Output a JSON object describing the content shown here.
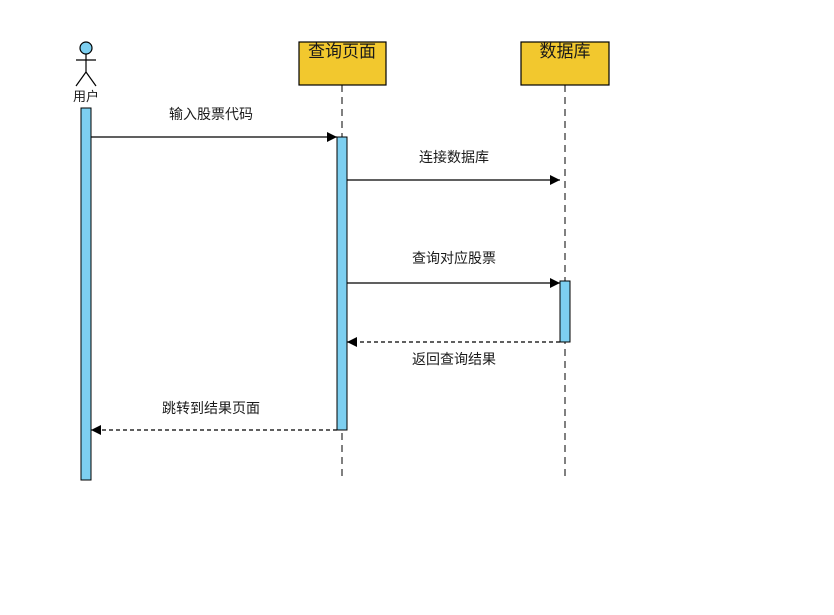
{
  "colors": {
    "participant_fill": "#F2C82E",
    "activation_fill": "#7DCFF0",
    "actor_head_fill": "#7DCFF0",
    "line": "#000000"
  },
  "actor": {
    "label": "用户",
    "icon": "stick-figure-icon"
  },
  "participants": [
    {
      "label": "查询页面"
    },
    {
      "label": "数据库"
    }
  ],
  "messages": [
    {
      "label": "输入股票代码",
      "from": "用户",
      "to": "查询页面",
      "style": "solid"
    },
    {
      "label": "连接数据库",
      "from": "查询页面",
      "to": "数据库",
      "style": "solid"
    },
    {
      "label": "查询对应股票",
      "from": "查询页面",
      "to": "数据库",
      "style": "solid"
    },
    {
      "label": "返回查询结果",
      "from": "数据库",
      "to": "查询页面",
      "style": "dashed"
    },
    {
      "label": "跳转到结果页面",
      "from": "查询页面",
      "to": "用户",
      "style": "dashed"
    }
  ]
}
